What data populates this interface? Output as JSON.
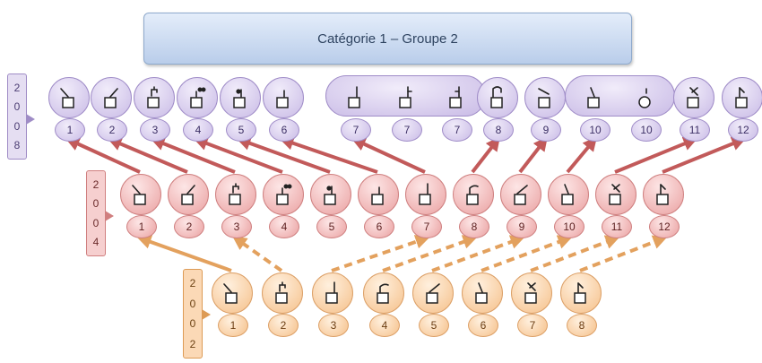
{
  "title": "Catégorie 1 – Groupe 2",
  "colors": {
    "purple": "#b7a6dd",
    "red": "#e79898",
    "orange": "#f3bb86",
    "arrow_red": "#c25a5a",
    "arrow_orange": "#e3a15e"
  },
  "rows": [
    {
      "key": "2008",
      "year_digits": [
        "2",
        "0",
        "0",
        "8"
      ],
      "theme": "purple",
      "items": [
        {
          "label": "1",
          "glyph": "tip-right"
        },
        {
          "label": "2",
          "glyph": "tip-left"
        },
        {
          "label": "3",
          "glyph": "hooks-up"
        },
        {
          "label": "4",
          "glyph": "dots"
        },
        {
          "label": "5",
          "glyph": "dot"
        },
        {
          "label": "6",
          "glyph": "short-stem"
        },
        {
          "label": "7",
          "glyph": "stem"
        },
        {
          "label": "7",
          "glyph": "stem-notch"
        },
        {
          "label": "7",
          "glyph": "stem-bar"
        },
        {
          "label": "8",
          "glyph": "hook-top"
        },
        {
          "label": "9",
          "glyph": "slash"
        },
        {
          "label": "10",
          "glyph": "tip-down"
        },
        {
          "label": "10",
          "glyph": "circle"
        },
        {
          "label": "11",
          "glyph": "cross"
        },
        {
          "label": "12",
          "glyph": "flag"
        }
      ]
    },
    {
      "key": "2004",
      "year_digits": [
        "2",
        "0",
        "0",
        "4"
      ],
      "theme": "red",
      "items": [
        {
          "label": "1",
          "glyph": "tip-right"
        },
        {
          "label": "2",
          "glyph": "tip-left"
        },
        {
          "label": "3",
          "glyph": "hooks-up"
        },
        {
          "label": "4",
          "glyph": "dots"
        },
        {
          "label": "5",
          "glyph": "dot"
        },
        {
          "label": "6",
          "glyph": "short-stem"
        },
        {
          "label": "7",
          "glyph": "stem"
        },
        {
          "label": "8",
          "glyph": "hook-curve"
        },
        {
          "label": "9",
          "glyph": "diag-line"
        },
        {
          "label": "10",
          "glyph": "tip-down"
        },
        {
          "label": "11",
          "glyph": "cross"
        },
        {
          "label": "12",
          "glyph": "flag"
        }
      ]
    },
    {
      "key": "2002",
      "year_digits": [
        "2",
        "0",
        "0",
        "2"
      ],
      "theme": "orange",
      "items": [
        {
          "label": "1",
          "glyph": "tip-right"
        },
        {
          "label": "2",
          "glyph": "hooks-up"
        },
        {
          "label": "3",
          "glyph": "stem"
        },
        {
          "label": "4",
          "glyph": "hook-curve"
        },
        {
          "label": "5",
          "glyph": "diag-line"
        },
        {
          "label": "6",
          "glyph": "tip-down"
        },
        {
          "label": "7",
          "glyph": "cross"
        },
        {
          "label": "8",
          "glyph": "flag"
        }
      ]
    }
  ],
  "links_2004_to_2008": [
    [
      1,
      1
    ],
    [
      2,
      2
    ],
    [
      3,
      3
    ],
    [
      4,
      4
    ],
    [
      5,
      5
    ],
    [
      6,
      6
    ],
    [
      7,
      7
    ],
    [
      8,
      8
    ],
    [
      9,
      9
    ],
    [
      10,
      10
    ],
    [
      11,
      11
    ],
    [
      12,
      12
    ]
  ],
  "links_2002_to_2004": [
    [
      1,
      1
    ],
    [
      2,
      3
    ],
    [
      3,
      7
    ],
    [
      4,
      8
    ],
    [
      5,
      9
    ],
    [
      6,
      10
    ],
    [
      7,
      11
    ],
    [
      8,
      12
    ]
  ]
}
